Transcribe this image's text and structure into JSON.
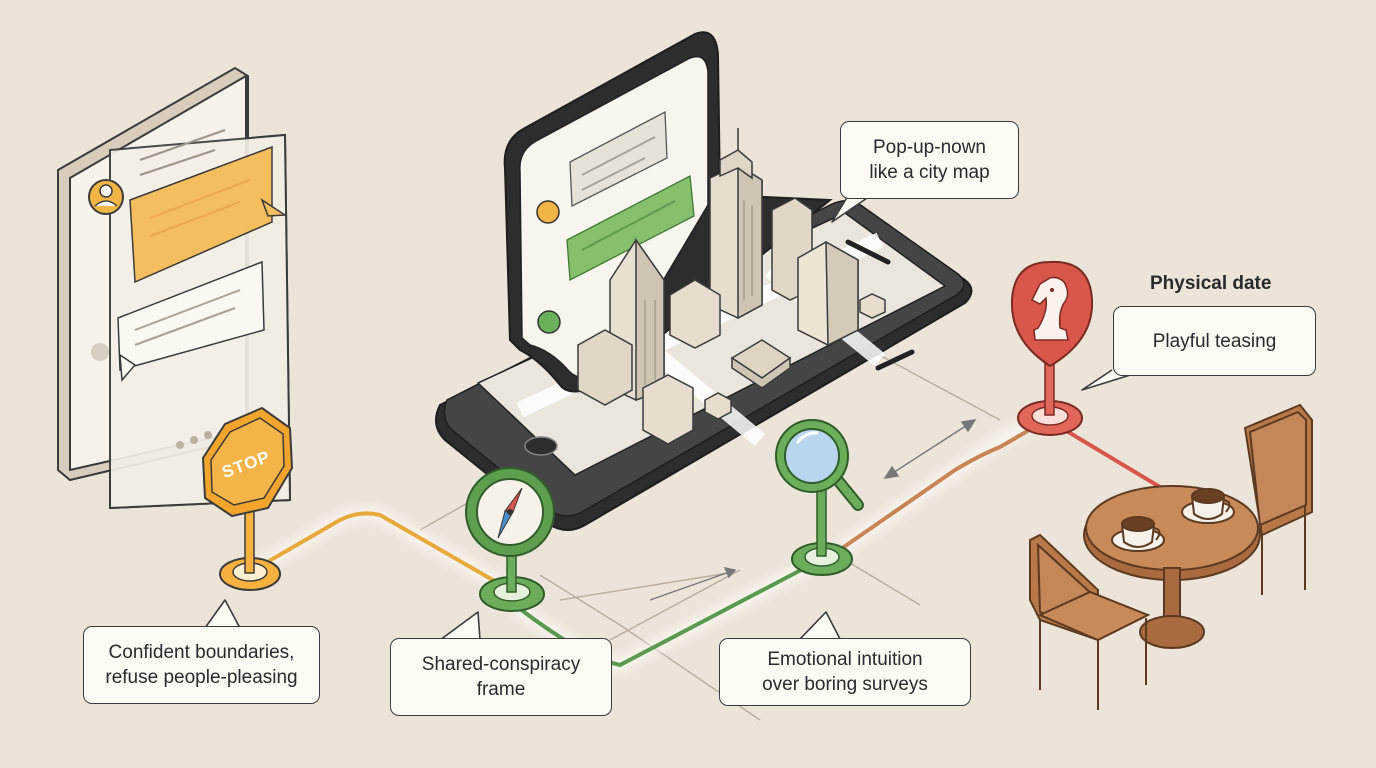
{
  "sign": {
    "stop_text": "STOP"
  },
  "callouts": {
    "city_map": [
      "Pop-up-nown",
      "like a city map"
    ],
    "boundaries": [
      "Confident boundaries,",
      "refuse people-pleasing"
    ],
    "conspiracy": [
      "Shared-conspiracy",
      "frame"
    ],
    "intuition": [
      "Emotional intuition",
      "over boring surveys"
    ],
    "teasing": [
      "Playful teasing"
    ]
  },
  "headings": {
    "physical_date": "Physical date"
  },
  "icons": [
    "chat-window-icon",
    "stop-sign-icon",
    "phone-icon",
    "city-buildings-icon",
    "compass-icon",
    "magnifier-icon",
    "chess-knight-icon",
    "cafe-table-icon",
    "chair-icon",
    "coffee-cup-icon"
  ],
  "colors": {
    "background": "#ece4d8",
    "orange_route": "#e8a93a",
    "green_route": "#5a9a4e",
    "red_route": "#d8574a",
    "phone_body": "#3d3d3d",
    "wood": "#b27449"
  }
}
